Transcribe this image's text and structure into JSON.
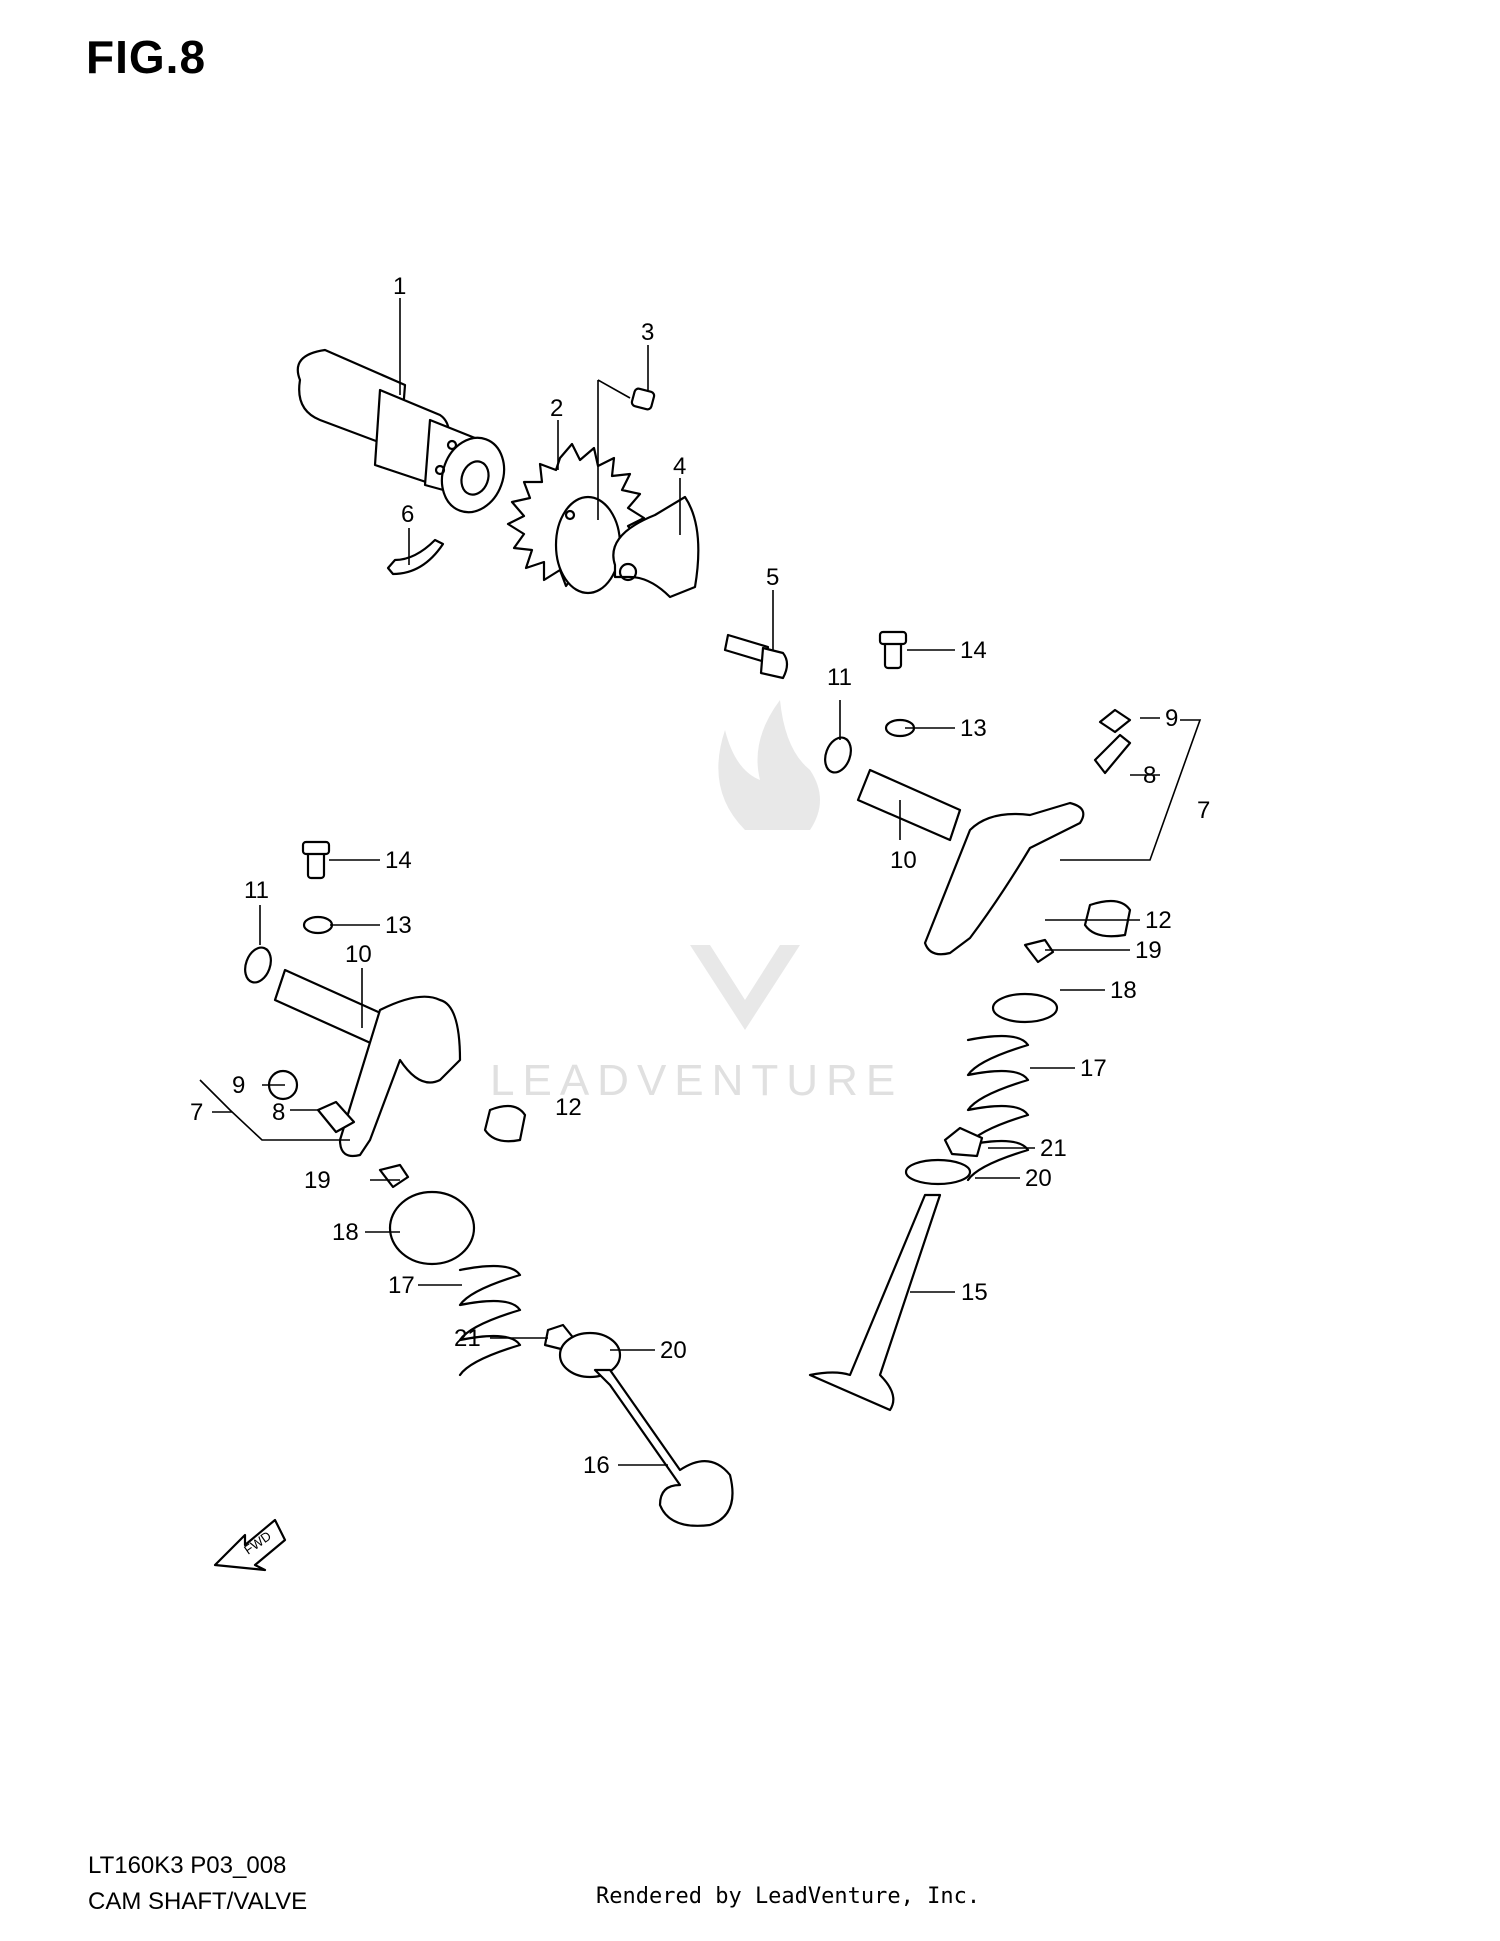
{
  "figure": {
    "title": "FIG.8"
  },
  "watermark": {
    "text": "LEADVENTURE"
  },
  "callouts": [
    {
      "id": "c1",
      "label": "1"
    },
    {
      "id": "c2",
      "label": "2"
    },
    {
      "id": "c3",
      "label": "3"
    },
    {
      "id": "c4",
      "label": "4"
    },
    {
      "id": "c5",
      "label": "5"
    },
    {
      "id": "c6",
      "label": "6"
    },
    {
      "id": "c14a",
      "label": "14"
    },
    {
      "id": "c13a",
      "label": "13"
    },
    {
      "id": "c11a",
      "label": "11"
    },
    {
      "id": "c9a",
      "label": "9"
    },
    {
      "id": "c8a",
      "label": "8"
    },
    {
      "id": "c7a",
      "label": "7"
    },
    {
      "id": "c10a",
      "label": "10"
    },
    {
      "id": "c12a",
      "label": "12"
    },
    {
      "id": "c19a",
      "label": "19"
    },
    {
      "id": "c18a",
      "label": "18"
    },
    {
      "id": "c17a",
      "label": "17"
    },
    {
      "id": "c21a",
      "label": "21"
    },
    {
      "id": "c20a",
      "label": "20"
    },
    {
      "id": "c15",
      "label": "15"
    },
    {
      "id": "c14b",
      "label": "14"
    },
    {
      "id": "c13b",
      "label": "13"
    },
    {
      "id": "c11b",
      "label": "11"
    },
    {
      "id": "c10b",
      "label": "10"
    },
    {
      "id": "c9b",
      "label": "9"
    },
    {
      "id": "c8b",
      "label": "8"
    },
    {
      "id": "c7b",
      "label": "7"
    },
    {
      "id": "c12b",
      "label": "12"
    },
    {
      "id": "c19b",
      "label": "19"
    },
    {
      "id": "c18b",
      "label": "18"
    },
    {
      "id": "c17b",
      "label": "17"
    },
    {
      "id": "c21b",
      "label": "21"
    },
    {
      "id": "c20b",
      "label": "20"
    },
    {
      "id": "c16",
      "label": "16"
    }
  ],
  "direction_arrow": {
    "label": "FWD"
  },
  "footer": {
    "model_code": "LT160K3  P03_008",
    "section_title": "CAM SHAFT/VALVE",
    "rendered_by": "Rendered by LeadVenture, Inc."
  }
}
